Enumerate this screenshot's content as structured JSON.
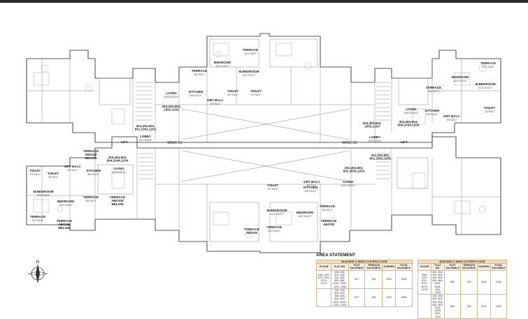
{
  "rooms": [
    {
      "id": "terrace-top-c1",
      "name": "TERRACE",
      "dim": "10'1\"X6'4\""
    },
    {
      "id": "bedroom-top-c1",
      "name": "BEDROOM",
      "dim": "10'2\"X10'2\""
    },
    {
      "id": "mbedroom-top-c1",
      "name": "M.BEDROOM",
      "dim": "10'1\"X11'2\""
    },
    {
      "id": "terrace-mid-c1",
      "name": "TERRACE",
      "dim": "8'6\"X5'1\""
    },
    {
      "id": "kitchen-c1",
      "name": "KITCHEN",
      "dim": "8'6\"X11'2\""
    },
    {
      "id": "toilet-c1a",
      "name": "TOILET",
      "dim": "8'0\"X4'2\""
    },
    {
      "id": "toilet-c1b",
      "name": "TOILET",
      "dim": "7'6\"X4'2\""
    },
    {
      "id": "drybalc-c1",
      "name": "DRY BALC",
      "dim": "5'3\"X4'1\""
    },
    {
      "id": "living-c1",
      "name": "LIVING",
      "dim": "10'6\"X15'11\""
    },
    {
      "id": "flats-c1",
      "name": "",
      "dim": "202,402,602,\n1002,1202"
    },
    {
      "id": "flats-c1b",
      "name": "",
      "dim": "201,401,601,\n801,1001,1201"
    },
    {
      "id": "lobby-c1",
      "name": "LOBBY",
      "dim": "12'6\"X28'4\""
    },
    {
      "id": "lift-c1",
      "name": "LIFT",
      "dim": ""
    },
    {
      "id": "terrace-right",
      "name": "TERRACE",
      "dim": "10'1\"X6'4\""
    },
    {
      "id": "bedroom-right",
      "name": "BEDROOM",
      "dim": "10'2\"X10'2\""
    },
    {
      "id": "mbedroom-right",
      "name": "M.BEDROOM",
      "dim": "10'1\"X11'2\""
    },
    {
      "id": "terrace-right2",
      "name": "TERRACE",
      "dim": "8'6\"X5'1\""
    },
    {
      "id": "kitchen-right",
      "name": "KITCHEN",
      "dim": "8'6\"X11'2\""
    },
    {
      "id": "drybalc-right",
      "name": "DRY BALC",
      "dim": "5'3\"X4'1\""
    },
    {
      "id": "toilet-right",
      "name": "TOILET",
      "dim": "7'6\"X4'2\""
    },
    {
      "id": "living-right",
      "name": "LIVING",
      "dim": "10'6\"X15'11\""
    },
    {
      "id": "flats-right",
      "name": "",
      "dim": "204,404,604,\n804,1004,1204"
    },
    {
      "id": "flats-c2",
      "name": "",
      "dim": "203,403,603,\n1003,1203"
    },
    {
      "id": "lobby-c2",
      "name": "LOBBY",
      "dim": "12'6\"X28'4\""
    },
    {
      "id": "lift-c2",
      "name": "LIFT",
      "dim": ""
    },
    {
      "id": "flats-c2b",
      "name": "",
      "dim": "201,401,601,\n801,1001,1201"
    },
    {
      "id": "terrace-above-l",
      "name": "TERRACE\nABOVE/\nBELOW",
      "dim": ""
    },
    {
      "id": "drybalc-l",
      "name": "DRY BALC",
      "dim": "5'3\"X4'1\""
    },
    {
      "id": "kitchen-l",
      "name": "KITCHEN",
      "dim": "8'6\"X11'2\""
    },
    {
      "id": "living-l",
      "name": "LIVING",
      "dim": "10'6\"X15'11\""
    },
    {
      "id": "flats-l",
      "name": "",
      "dim": "204,404,604,\n804,1004,1204"
    },
    {
      "id": "toilet-l1",
      "name": "TOILET",
      "dim": "7'6\"X4'2\""
    },
    {
      "id": "toilet-l2",
      "name": "TOILET",
      "dim": "7'6\"X4'2\""
    },
    {
      "id": "mbedroom-l",
      "name": "M.BEDROOM",
      "dim": "10'1\"X11'2\""
    },
    {
      "id": "bedroom-l",
      "name": "BEDROOM",
      "dim": "10'2\"X10'2\""
    },
    {
      "id": "terrace-l",
      "name": "TERRACE",
      "dim": "8'6\"X5'1\""
    },
    {
      "id": "terrace-above-l2",
      "name": "TERRACE\nABOVE/\nBELOW",
      "dim": ""
    },
    {
      "id": "terrace-l3",
      "name": "TERRACE",
      "dim": "10'1\"X6'4\""
    },
    {
      "id": "terrace-above-l3",
      "name": "TERRACE\nABOVE/\nBELOW",
      "dim": ""
    },
    {
      "id": "flats-c2c",
      "name": "",
      "dim": "202,402,602,\n802,1002,1202"
    },
    {
      "id": "toilet-c2",
      "name": "TOILET",
      "dim": "7'6\"X4'2\""
    },
    {
      "id": "drybalc-c2",
      "name": "DRY BALC",
      "dim": "5'3\"X4'1\""
    },
    {
      "id": "kitchen-c2",
      "name": "KITCHEN",
      "dim": "8'6\"X11'2\""
    },
    {
      "id": "living-c2",
      "name": "LIVING",
      "dim": "10'6\"X15'11\""
    },
    {
      "id": "mbedroom-c2",
      "name": "M.BEDROOM",
      "dim": "10'1\"X11'2\""
    },
    {
      "id": "bedroom-c2",
      "name": "BEDROOM",
      "dim": "10'2\"X10'2\""
    },
    {
      "id": "terrace-c2",
      "name": "TERRACE",
      "dim": "8'6\"X5'1\""
    },
    {
      "id": "terrace-above-c2",
      "name": "TERRACE\nABOVE",
      "dim": ""
    },
    {
      "id": "terrace-c2b",
      "name": "TERRACE",
      "dim": "10'1\"X6'4\""
    },
    {
      "id": "terrace-above-c2b",
      "name": "TERRACE\nABOVE",
      "dim": ""
    }
  ],
  "wings": {
    "c1": "WING C1",
    "c2": "WING C2"
  },
  "area": {
    "title": "AREA STATEMENT",
    "tables": [
      {
        "caption": "BUILDING C WING C1 EVEN FLOOR",
        "headers": [
          "FLOOR",
          "FLAT NO.",
          "FLAT SALEABLE",
          "TERRACE SALEABLE",
          "GARDEN",
          "TOTAL SALEABLE"
        ],
        "rows": [
          [
            "2ND, 4TH, 6TH, 8TH, 10TH, 12TH",
            "201, 204, 401, 404, 601, 604, 801, 804, 1001, 1004, 1201, 1204",
            "327",
            "153",
            "8.00",
            "1000"
          ],
          [
            "",
            "202, 203, 402, 403, 602, 603, 802, 803, 1002, 1003, 1202, 1203",
            "327",
            "153",
            "8.00",
            "1000"
          ]
        ]
      },
      {
        "caption": "BUILDING C WING C2 EVEN FLOOR",
        "headers": [
          "FLOOR",
          "FLAT NO.",
          "FLAT SALEABLE",
          "TERRACE SALEABLE",
          "GARDEN",
          "TOTAL SALEABLE"
        ],
        "rows": [
          [
            "2ND, 4TH, 6TH, 8TH, 10TH, 12TH",
            "201, 204, 401, 404, 601, 604, 801, 804, 1001, 1004, 1201, 1204",
            "805",
            "153",
            "8.00",
            "1000"
          ],
          [
            "",
            "202, 203, 402, 403, 602, 603, 802, 803, 1002, 1003, 1202, 1203",
            "805",
            "153",
            "8.00",
            "1000"
          ]
        ]
      }
    ]
  },
  "compass": {
    "north": "N"
  }
}
